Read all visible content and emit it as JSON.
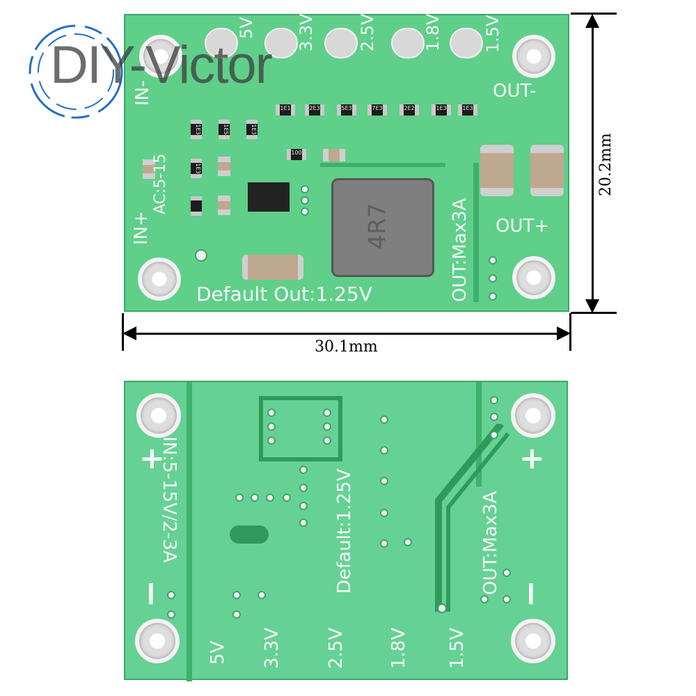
{
  "watermark": {
    "text": "DIY-Victor"
  },
  "dimensions": {
    "height_label": "20.2mm",
    "width_label": "30.1mm"
  },
  "top_board": {
    "voltage_labels": [
      "5V",
      "3.3V",
      "2.5V",
      "1.8V",
      "1.5V"
    ],
    "in_minus": "IN-",
    "in_plus": "IN+",
    "ac_label": "AC:5-15",
    "out_minus": "OUT-",
    "out_plus": "OUT+",
    "out_max": "OUT:Max3A",
    "default_out": "Default Out:1.25V",
    "resistor_codes": [
      "1E1",
      "2E3",
      "5E3",
      "7E3",
      "2E2",
      "1E3",
      "1E3",
      "1E3",
      "1E5",
      "1E3",
      "1E3"
    ],
    "resistor_100": "100",
    "inductor_code": "4R7"
  },
  "bottom_board": {
    "in_spec": "IN:5-15V/2-3A",
    "default_label": "Default:1.25V",
    "out_max": "OUT:Max3A",
    "plus": "+",
    "minus": "−",
    "voltage_labels": [
      "5V",
      "3.3V",
      "2.5V",
      "1.8V",
      "1.5V"
    ]
  },
  "colors": {
    "pcb": "#5fcf8a",
    "silkscreen": "#f4fbf6"
  }
}
